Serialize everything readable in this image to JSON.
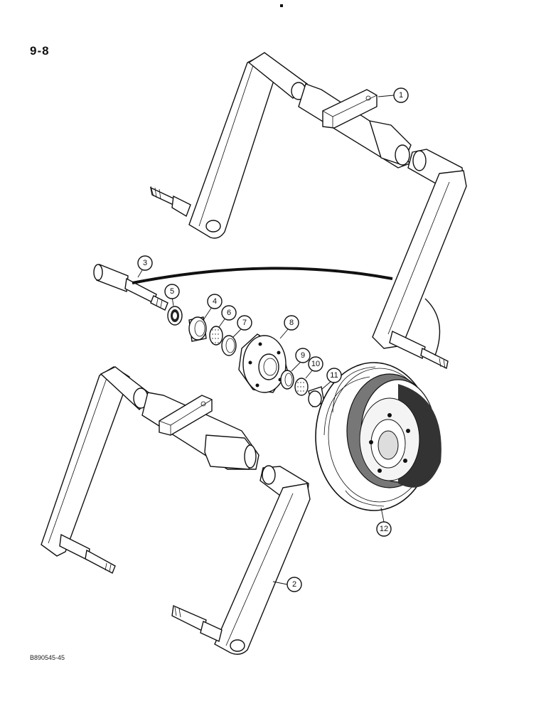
{
  "page": {
    "number": "9-8",
    "figure_code": "B890545-45"
  },
  "callouts": [
    {
      "id": "c1",
      "label": "1"
    },
    {
      "id": "c2",
      "label": "2"
    },
    {
      "id": "c3",
      "label": "3"
    },
    {
      "id": "c4",
      "label": "4"
    },
    {
      "id": "c5",
      "label": "5"
    },
    {
      "id": "c6",
      "label": "6"
    },
    {
      "id": "c7",
      "label": "7"
    },
    {
      "id": "c8",
      "label": "8"
    },
    {
      "id": "c9",
      "label": "9"
    },
    {
      "id": "c10",
      "label": "10"
    },
    {
      "id": "c11",
      "label": "11"
    },
    {
      "id": "c12",
      "label": "12"
    }
  ]
}
